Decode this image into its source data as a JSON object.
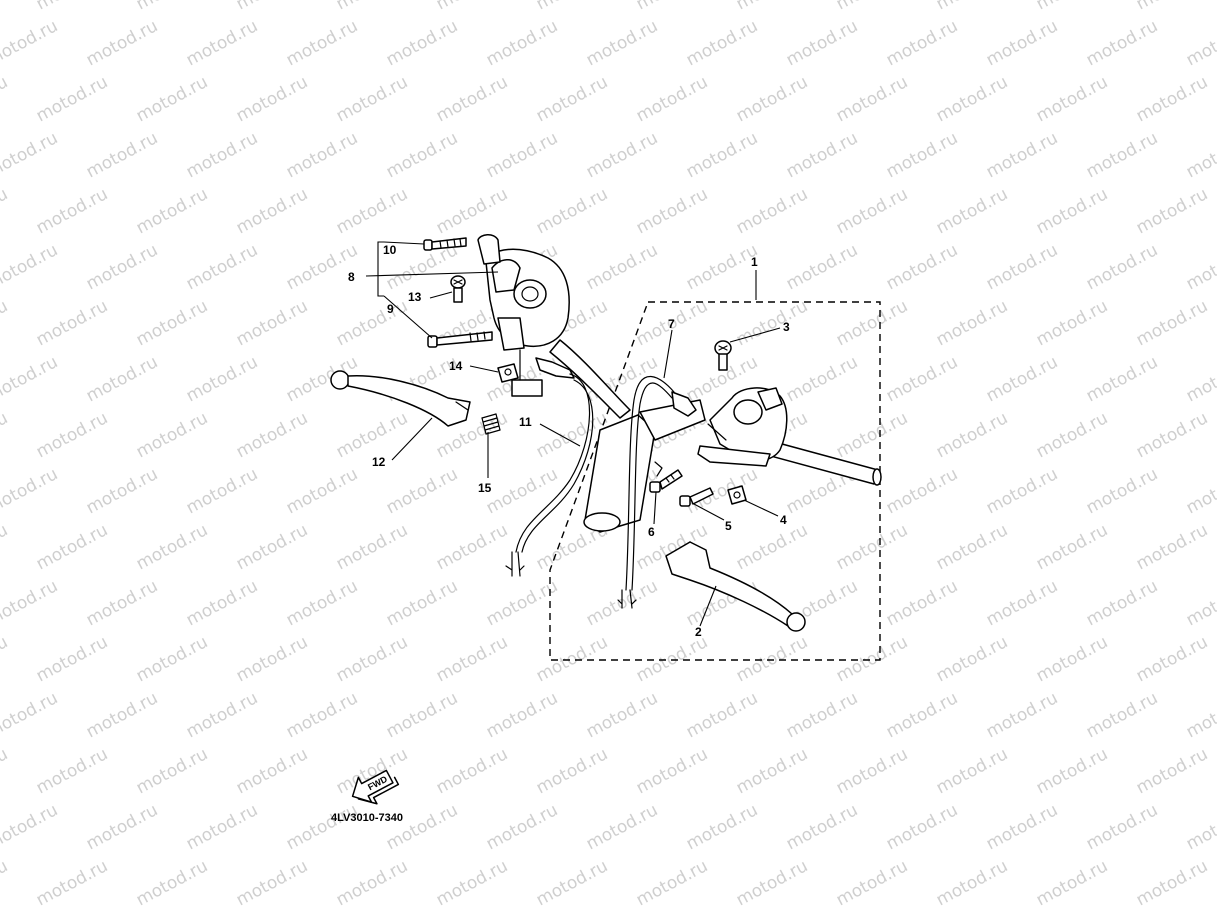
{
  "watermark": {
    "text": "motod.ru"
  },
  "diagram": {
    "part_code": "4LV3010-7340",
    "fwd_label": "FWD",
    "callouts": [
      "1",
      "2",
      "3",
      "4",
      "5",
      "6",
      "7",
      "8",
      "9",
      "10",
      "11",
      "12",
      "13",
      "14",
      "15"
    ]
  },
  "colors": {
    "ink": "#000000",
    "watermark": "#cfcfcf",
    "background": "#ffffff"
  }
}
